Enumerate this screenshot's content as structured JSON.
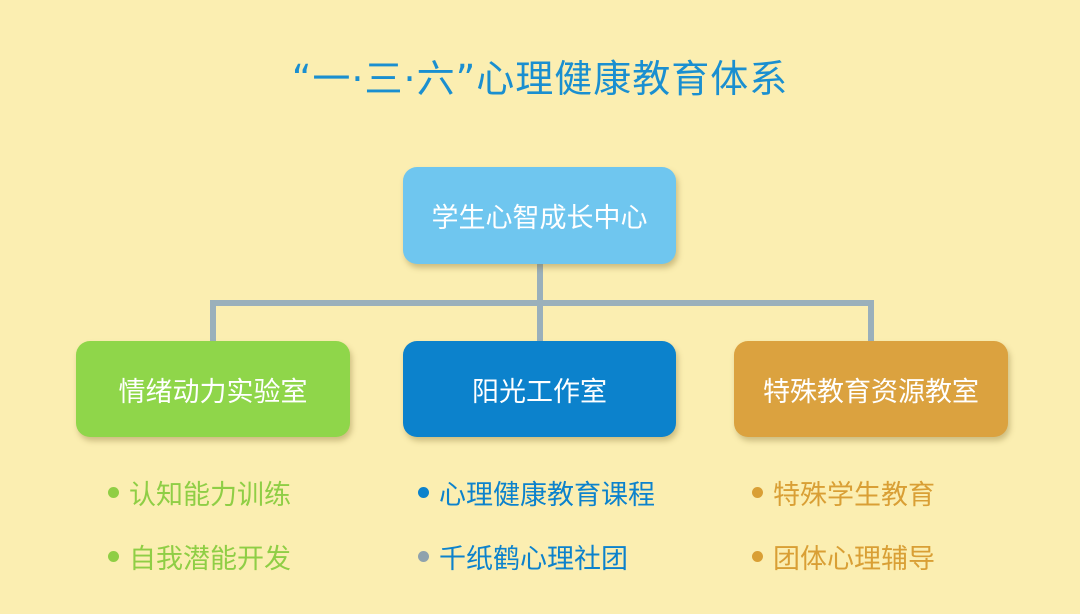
{
  "title": "“一·三·六”心理健康教育体系",
  "root": {
    "label": "学生心智成长中心"
  },
  "branches": [
    {
      "label": "情绪动力实验室",
      "items": [
        "认知能力训练",
        "自我潜能开发"
      ]
    },
    {
      "label": "阳光工作室",
      "items": [
        "心理健康教育课程",
        "千纸鹤心理社团"
      ]
    },
    {
      "label": "特殊教育资源教室",
      "items": [
        "特殊学生教育",
        "团体心理辅导"
      ]
    }
  ],
  "colors": {
    "background": "#fbeeb1",
    "title": "#1a8fd0",
    "root": "#6fc6ef",
    "connector": "#9ab0bb",
    "branch_left": "#8fd64a",
    "branch_mid": "#0c82cc",
    "branch_right": "#dba23f",
    "bullet_grey": "#8fa2ad"
  }
}
